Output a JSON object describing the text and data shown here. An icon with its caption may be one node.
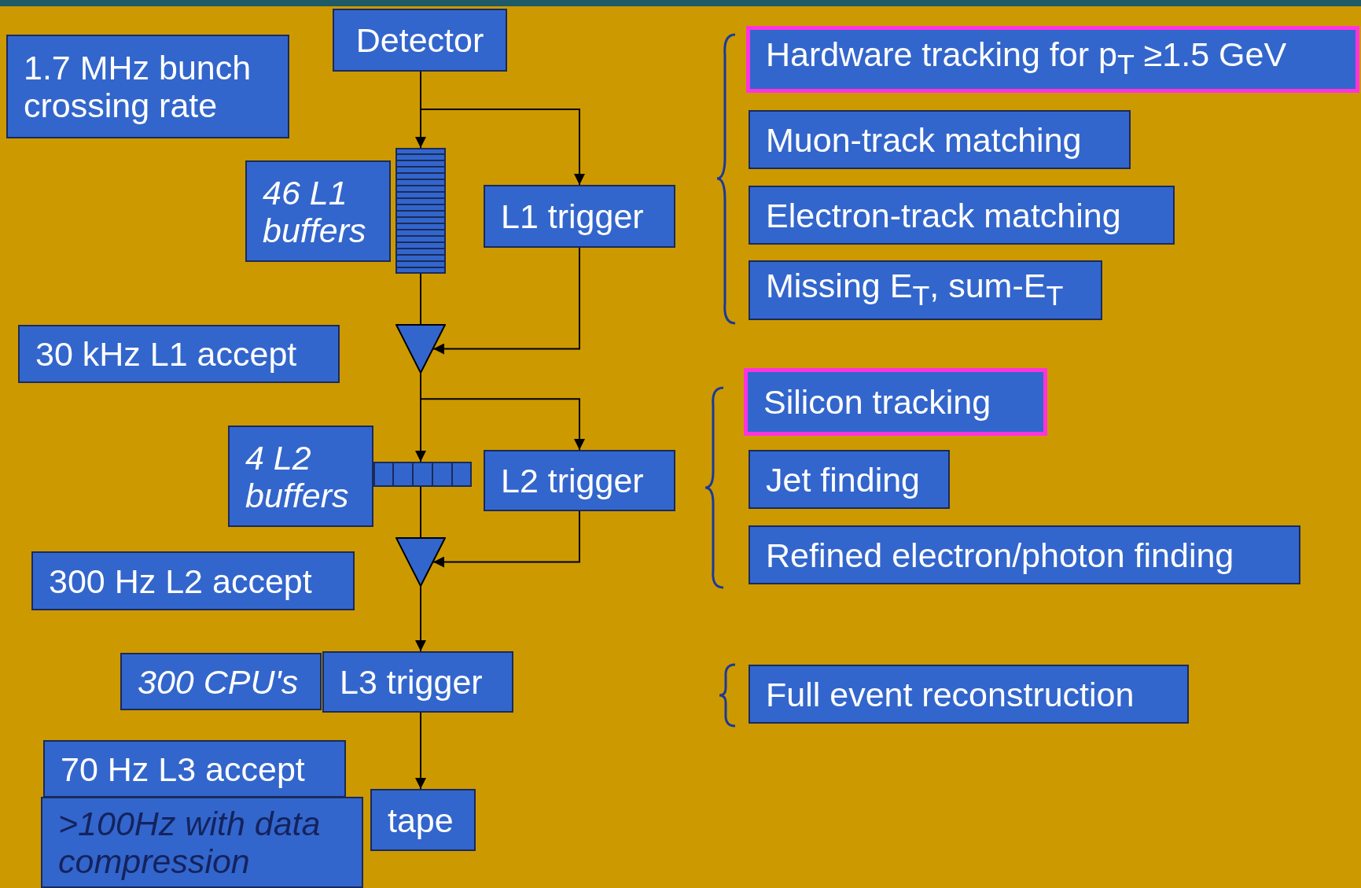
{
  "diagram": {
    "nodes": [
      {
        "text": [
          "1.7 MHz bunch crossing rate"
        ]
      },
      {
        "text": [
          "Detector"
        ]
      },
      {
        "text": [
          "46 L1 buffers"
        ]
      },
      {
        "text": [],
        "shape": "bar"
      },
      {
        "text": [
          "L1 trigger"
        ]
      },
      {
        "text": [],
        "shape": "triangle"
      },
      {
        "text": [
          "30 kHz L1 accept"
        ]
      },
      {
        "text": [
          "4 L2 buffers"
        ]
      },
      {
        "text": [],
        "shape": "bar"
      },
      {
        "text": [
          "L2 trigger"
        ]
      },
      {
        "text": [],
        "shape": "triangle"
      },
      {
        "text": [
          "300 Hz L2 accept"
        ]
      },
      {
        "text": [
          "300 CPU's"
        ]
      },
      {
        "text": [
          "L3 trigger"
        ]
      },
      {
        "text": [
          "70 Hz L3 accept"
        ]
      },
      {
        "text": [
          ">100Hz with data compression"
        ]
      },
      {
        "text": [
          "tape"
        ]
      },
      {
        "text": [
          "Hardware tracking for p$_{T}$ ≥1.5 GeV"
        ]
      },
      {
        "text": [
          "Muon-track matching"
        ]
      },
      {
        "text": [
          "Electron-track matching"
        ]
      },
      {
        "text": [
          "Missing E$_{T}$, sum-E$_{T}$"
        ]
      },
      {
        "text": [
          "Silicon tracking"
        ]
      },
      {
        "text": [
          "Jet finding"
        ]
      },
      {
        "text": [
          "Refined electron/photon finding"
        ]
      },
      {
        "text": [
          "Full event reconstruction"
        ]
      }
    ],
    "edges": [
      {
        "from": 1,
        "to": 3,
        "arrow": "to"
      },
      {
        "from": 1,
        "to": 4,
        "arrow": "to"
      },
      {
        "from": 3,
        "to": 5,
        "arrow": "none"
      },
      {
        "from": 4,
        "to": 5,
        "arrow": "to"
      },
      {
        "from": 5,
        "to": 8,
        "arrow": "to"
      },
      {
        "from": 5,
        "to": 9,
        "arrow": "to"
      },
      {
        "from": 8,
        "to": 10,
        "arrow": "none"
      },
      {
        "from": 9,
        "to": 10,
        "arrow": "to"
      },
      {
        "from": 10,
        "to": 13,
        "arrow": "to"
      },
      {
        "from": 13,
        "to": 16,
        "arrow": "to"
      }
    ]
  }
}
